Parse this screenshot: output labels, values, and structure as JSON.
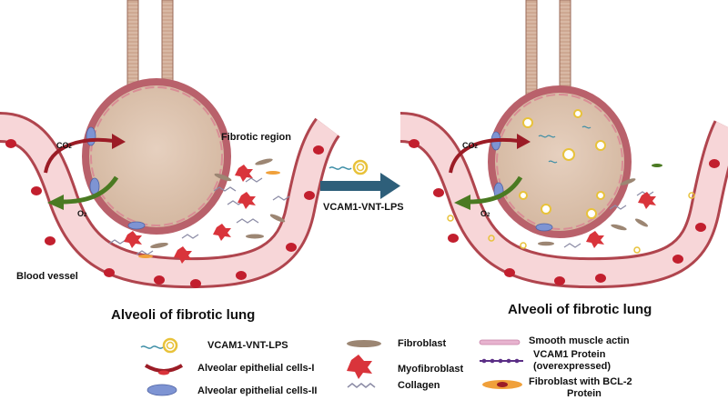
{
  "left_panel": {
    "fibrotic_region": "Fibrotic region",
    "co2": "CO",
    "co2_sub": "2",
    "o2": "O",
    "o2_sub": "2",
    "blood_vessel": "Blood vessel",
    "caption": "Alveoli of fibrotic lung"
  },
  "center": {
    "treatment_label": "VCAM1-VNT-LPS"
  },
  "right_panel": {
    "co2": "CO",
    "co2_sub": "2",
    "o2": "O",
    "o2_sub": "2",
    "caption": "Alveoli of fibrotic lung"
  },
  "legend": {
    "vnt_lps": "VCAM1-VNT-LPS",
    "aec1": "Alveolar epithelial cells-I",
    "aec2": "Alveolar epithelial cells-II",
    "fibroblast": "Fibroblast",
    "myofibroblast": "Myofibroblast",
    "collagen": "Collagen",
    "sma": "Smooth muscle actin",
    "vcam1_line1": "VCAM1 Protein",
    "vcam1_line2": "(overexpressed)",
    "bcl2_line1": "Fibroblast with BCL-2",
    "bcl2_line2": "Protein"
  },
  "colors": {
    "vessel_fill": "#f7d6d8",
    "vessel_stroke": "#b0454e",
    "alveolus_fill": "#dcc2ad",
    "alveolus_rim": "#b9616b",
    "rbc": "#c21f2e",
    "co2_arrow": "#9b1c26",
    "o2_arrow": "#4a7a22",
    "main_arrow": "#2e5f7a",
    "nanoparticle": "#e8c23a",
    "myofibroblast": "#d9343b",
    "fibroblast": "#9c8673",
    "collagen": "#8c8ca6",
    "aec2": "#7e94d3"
  }
}
